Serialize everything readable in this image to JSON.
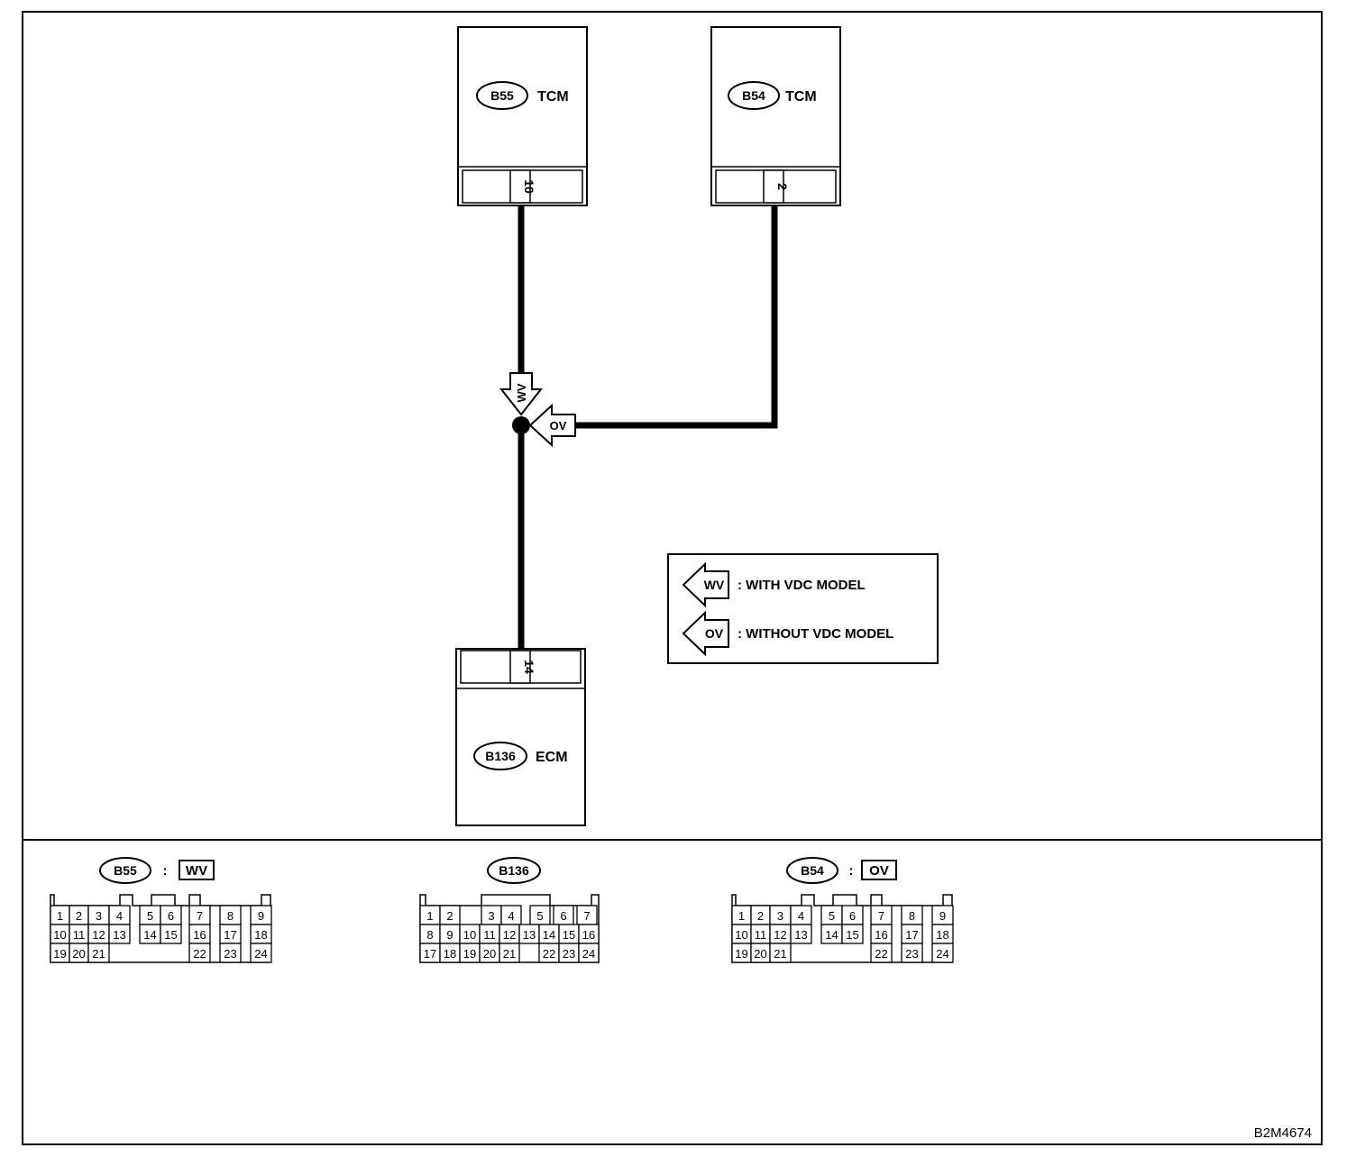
{
  "units": {
    "b55": {
      "id": "B55",
      "name": "TCM",
      "pin": "10"
    },
    "b54": {
      "id": "B54",
      "name": "TCM",
      "pin": "2"
    },
    "b136": {
      "id": "B136",
      "name": "ECM",
      "pin": "14"
    }
  },
  "junction": {
    "wv_tag": "WV",
    "ov_tag": "OV"
  },
  "legend": {
    "wv": {
      "tag": "WV",
      "label": ": WITH VDC MODEL"
    },
    "ov": {
      "tag": "OV",
      "label": ": WITHOUT VDC MODEL"
    }
  },
  "connectors": {
    "b55": {
      "id": "B55",
      "sep": ":",
      "model": "WV",
      "pins": [
        "1",
        "2",
        "3",
        "4",
        "5",
        "6",
        "7",
        "8",
        "9",
        "10",
        "11",
        "12",
        "13",
        "14",
        "15",
        "16",
        "17",
        "18",
        "19",
        "20",
        "21",
        "22",
        "23",
        "24"
      ]
    },
    "b136": {
      "id": "B136",
      "pins": [
        "1",
        "2",
        "3",
        "4",
        "5",
        "6",
        "7",
        "8",
        "9",
        "10",
        "11",
        "12",
        "13",
        "14",
        "15",
        "16",
        "17",
        "18",
        "19",
        "20",
        "21",
        "22",
        "23",
        "24"
      ]
    },
    "b54": {
      "id": "B54",
      "sep": ":",
      "model": "OV",
      "pins": [
        "1",
        "2",
        "3",
        "4",
        "5",
        "6",
        "7",
        "8",
        "9",
        "10",
        "11",
        "12",
        "13",
        "14",
        "15",
        "16",
        "17",
        "18",
        "19",
        "20",
        "21",
        "22",
        "23",
        "24"
      ]
    }
  },
  "figure_code": "B2M4674"
}
